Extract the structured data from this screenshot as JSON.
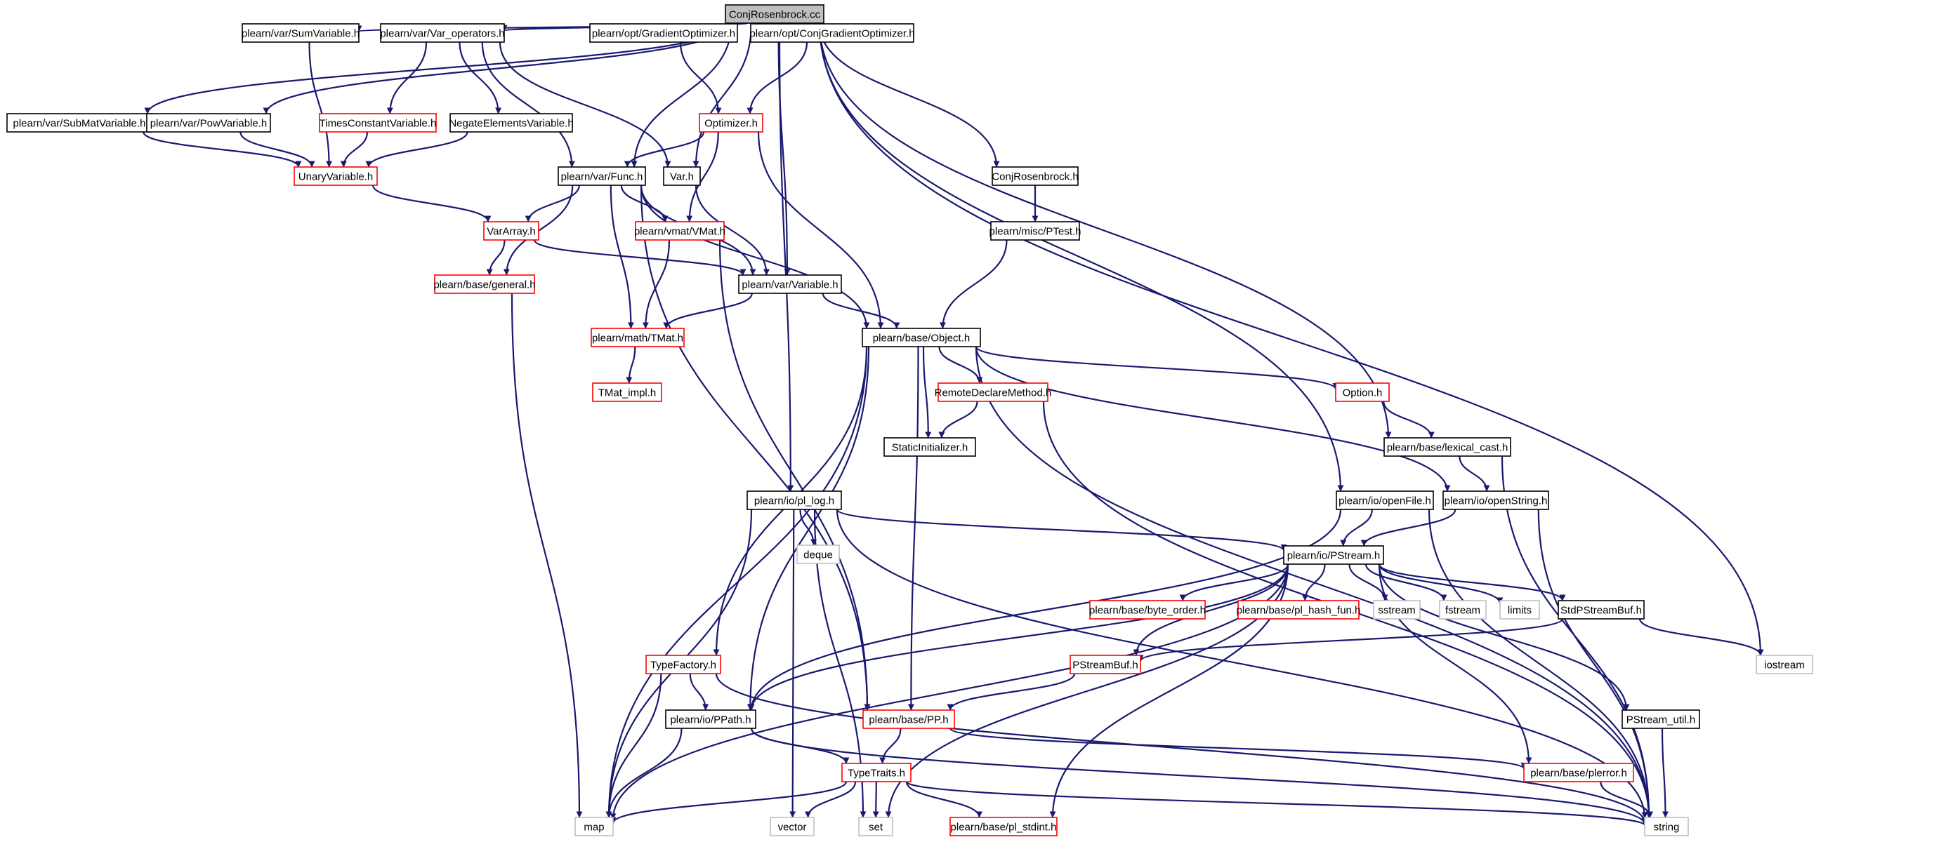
{
  "graph": {
    "colors": {
      "edge": "#191970",
      "node_fill": "#ffffff",
      "root_fill": "#bfbfbf",
      "normal_border": "#000000",
      "truncated_border": "#ff0000",
      "system_border": "#bfbfbf"
    },
    "nodes": [
      {
        "id": "root",
        "label": "ConjRosenbrock.cc",
        "kind": "root"
      },
      {
        "id": "sumvar",
        "label": "plearn/var/SumVariable.h",
        "kind": "normal"
      },
      {
        "id": "varops",
        "label": "plearn/var/Var_operators.h",
        "kind": "normal"
      },
      {
        "id": "gradopt",
        "label": "plearn/opt/GradientOptimizer.h",
        "kind": "normal"
      },
      {
        "id": "conjgradopt",
        "label": "plearn/opt/ConjGradientOptimizer.h",
        "kind": "normal"
      },
      {
        "id": "submat",
        "label": "plearn/var/SubMatVariable.h",
        "kind": "normal"
      },
      {
        "id": "powvar",
        "label": "plearn/var/PowVariable.h",
        "kind": "normal"
      },
      {
        "id": "timesconst",
        "label": "TimesConstantVariable.h",
        "kind": "truncated"
      },
      {
        "id": "negelem",
        "label": "NegateElementsVariable.h",
        "kind": "normal"
      },
      {
        "id": "optimizer",
        "label": "Optimizer.h",
        "kind": "truncated"
      },
      {
        "id": "unaryvar",
        "label": "UnaryVariable.h",
        "kind": "truncated"
      },
      {
        "id": "func",
        "label": "plearn/var/Func.h",
        "kind": "normal"
      },
      {
        "id": "varh",
        "label": "Var.h",
        "kind": "normal"
      },
      {
        "id": "conjrosh",
        "label": "ConjRosenbrock.h",
        "kind": "normal"
      },
      {
        "id": "vararray",
        "label": "VarArray.h",
        "kind": "truncated"
      },
      {
        "id": "vmat",
        "label": "plearn/vmat/VMat.h",
        "kind": "truncated"
      },
      {
        "id": "ptest",
        "label": "plearn/misc/PTest.h",
        "kind": "normal"
      },
      {
        "id": "general",
        "label": "plearn/base/general.h",
        "kind": "truncated"
      },
      {
        "id": "variable",
        "label": "plearn/var/Variable.h",
        "kind": "normal"
      },
      {
        "id": "tmat",
        "label": "plearn/math/TMat.h",
        "kind": "truncated"
      },
      {
        "id": "object",
        "label": "plearn/base/Object.h",
        "kind": "normal"
      },
      {
        "id": "tmatimpl",
        "label": "TMat_impl.h",
        "kind": "truncated"
      },
      {
        "id": "remotedecl",
        "label": "RemoteDeclareMethod.h",
        "kind": "truncated"
      },
      {
        "id": "option",
        "label": "Option.h",
        "kind": "truncated"
      },
      {
        "id": "staticinit",
        "label": "StaticInitializer.h",
        "kind": "normal"
      },
      {
        "id": "lexcast",
        "label": "plearn/base/lexical_cast.h",
        "kind": "normal"
      },
      {
        "id": "pllog",
        "label": "plearn/io/pl_log.h",
        "kind": "normal"
      },
      {
        "id": "openfile",
        "label": "plearn/io/openFile.h",
        "kind": "normal"
      },
      {
        "id": "openstring",
        "label": "plearn/io/openString.h",
        "kind": "normal"
      },
      {
        "id": "deque",
        "label": "deque",
        "kind": "system"
      },
      {
        "id": "pstream",
        "label": "plearn/io/PStream.h",
        "kind": "normal"
      },
      {
        "id": "byteorder",
        "label": "plearn/base/byte_order.h",
        "kind": "truncated"
      },
      {
        "id": "hashfun",
        "label": "plearn/base/pl_hash_fun.h",
        "kind": "truncated"
      },
      {
        "id": "sstream",
        "label": "sstream",
        "kind": "system"
      },
      {
        "id": "fstream",
        "label": "fstream",
        "kind": "system"
      },
      {
        "id": "limits",
        "label": "limits",
        "kind": "system"
      },
      {
        "id": "stdpsbuf",
        "label": "StdPStreamBuf.h",
        "kind": "normal"
      },
      {
        "id": "typefactory",
        "label": "TypeFactory.h",
        "kind": "truncated"
      },
      {
        "id": "psbuf",
        "label": "PStreamBuf.h",
        "kind": "truncated"
      },
      {
        "id": "iostream",
        "label": "iostream",
        "kind": "system"
      },
      {
        "id": "ppath",
        "label": "plearn/io/PPath.h",
        "kind": "normal"
      },
      {
        "id": "pp",
        "label": "plearn/base/PP.h",
        "kind": "truncated"
      },
      {
        "id": "psutil",
        "label": "PStream_util.h",
        "kind": "normal"
      },
      {
        "id": "typetraits",
        "label": "TypeTraits.h",
        "kind": "truncated"
      },
      {
        "id": "plerror",
        "label": "plearn/base/plerror.h",
        "kind": "truncated"
      },
      {
        "id": "map",
        "label": "map",
        "kind": "system"
      },
      {
        "id": "vector",
        "label": "vector",
        "kind": "system"
      },
      {
        "id": "set",
        "label": "set",
        "kind": "system"
      },
      {
        "id": "stdint",
        "label": "plearn/base/pl_stdint.h",
        "kind": "truncated"
      },
      {
        "id": "string",
        "label": "string",
        "kind": "system"
      }
    ],
    "edges": [
      [
        "root",
        "sumvar"
      ],
      [
        "root",
        "varops"
      ],
      [
        "root",
        "gradopt"
      ],
      [
        "root",
        "conjgradopt"
      ],
      [
        "root",
        "submat"
      ],
      [
        "root",
        "powvar"
      ],
      [
        "root",
        "func"
      ],
      [
        "root",
        "varh"
      ],
      [
        "root",
        "variable"
      ],
      [
        "root",
        "pllog"
      ],
      [
        "root",
        "conjrosh"
      ],
      [
        "root",
        "openfile"
      ],
      [
        "root",
        "lexcast"
      ],
      [
        "root",
        "iostream"
      ],
      [
        "sumvar",
        "unaryvar"
      ],
      [
        "submat",
        "unaryvar"
      ],
      [
        "powvar",
        "unaryvar"
      ],
      [
        "varops",
        "timesconst"
      ],
      [
        "varops",
        "negelem"
      ],
      [
        "varops",
        "func"
      ],
      [
        "varops",
        "varh"
      ],
      [
        "timesconst",
        "unaryvar"
      ],
      [
        "negelem",
        "unaryvar"
      ],
      [
        "gradopt",
        "optimizer"
      ],
      [
        "conjgradopt",
        "optimizer"
      ],
      [
        "optimizer",
        "func"
      ],
      [
        "optimizer",
        "vmat"
      ],
      [
        "optimizer",
        "object"
      ],
      [
        "unaryvar",
        "vararray"
      ],
      [
        "varh",
        "variable"
      ],
      [
        "func",
        "vararray"
      ],
      [
        "func",
        "vmat"
      ],
      [
        "func",
        "general"
      ],
      [
        "func",
        "tmat"
      ],
      [
        "func",
        "variable"
      ],
      [
        "func",
        "object"
      ],
      [
        "func",
        "pp"
      ],
      [
        "vararray",
        "general"
      ],
      [
        "vararray",
        "variable"
      ],
      [
        "vmat",
        "tmat"
      ],
      [
        "vmat",
        "pp"
      ],
      [
        "variable",
        "tmat"
      ],
      [
        "variable",
        "object"
      ],
      [
        "conjrosh",
        "ptest"
      ],
      [
        "ptest",
        "object"
      ],
      [
        "general",
        "map"
      ],
      [
        "tmat",
        "tmatimpl"
      ],
      [
        "object",
        "remotedecl"
      ],
      [
        "object",
        "option"
      ],
      [
        "object",
        "staticinit"
      ],
      [
        "object",
        "openstring"
      ],
      [
        "object",
        "typefactory"
      ],
      [
        "object",
        "ppath"
      ],
      [
        "object",
        "pp"
      ],
      [
        "object",
        "map"
      ],
      [
        "object",
        "string"
      ],
      [
        "remotedecl",
        "staticinit"
      ],
      [
        "remotedecl",
        "string"
      ],
      [
        "option",
        "lexcast"
      ],
      [
        "lexcast",
        "openstring"
      ],
      [
        "lexcast",
        "string"
      ],
      [
        "openstring",
        "pstream"
      ],
      [
        "openstring",
        "string"
      ],
      [
        "openfile",
        "pstream"
      ],
      [
        "openfile",
        "ppath"
      ],
      [
        "openfile",
        "string"
      ],
      [
        "pllog",
        "deque"
      ],
      [
        "pllog",
        "pstream"
      ],
      [
        "pllog",
        "map"
      ],
      [
        "pllog",
        "vector"
      ],
      [
        "pllog",
        "set"
      ],
      [
        "pllog",
        "string"
      ],
      [
        "pstream",
        "byteorder"
      ],
      [
        "pstream",
        "hashfun"
      ],
      [
        "pstream",
        "sstream"
      ],
      [
        "pstream",
        "fstream"
      ],
      [
        "pstream",
        "limits"
      ],
      [
        "pstream",
        "stdpsbuf"
      ],
      [
        "pstream",
        "psbuf"
      ],
      [
        "pstream",
        "ppath"
      ],
      [
        "pstream",
        "psutil"
      ],
      [
        "pstream",
        "plerror"
      ],
      [
        "pstream",
        "map"
      ],
      [
        "pstream",
        "set"
      ],
      [
        "pstream",
        "stdint"
      ],
      [
        "stdpsbuf",
        "psbuf"
      ],
      [
        "stdpsbuf",
        "iostream"
      ],
      [
        "psbuf",
        "pp"
      ],
      [
        "typefactory",
        "ppath"
      ],
      [
        "typefactory",
        "map"
      ],
      [
        "typefactory",
        "string"
      ],
      [
        "ppath",
        "typetraits"
      ],
      [
        "ppath",
        "map"
      ],
      [
        "ppath",
        "string"
      ],
      [
        "pp",
        "typetraits"
      ],
      [
        "pp",
        "plerror"
      ],
      [
        "psutil",
        "string"
      ],
      [
        "plerror",
        "string"
      ],
      [
        "typetraits",
        "map"
      ],
      [
        "typetraits",
        "vector"
      ],
      [
        "typetraits",
        "set"
      ],
      [
        "typetraits",
        "stdint"
      ],
      [
        "typetraits",
        "string"
      ]
    ]
  }
}
